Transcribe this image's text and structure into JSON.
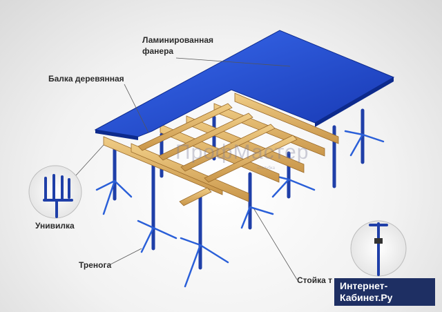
{
  "labels": {
    "plywood_line1": "Ламинированная",
    "plywood_line2": "фанера",
    "beam": "Балка деревянная",
    "fork": "Унивилка",
    "tripod": "Тренога",
    "prop": "Стойка т"
  },
  "watermark": {
    "text": "ПрофМастер",
    "subtext": "опалубка"
  },
  "badge": {
    "line1": "Интернет-",
    "line2": "Кабинет.Ру"
  },
  "colors": {
    "plywood": "#1f4fd6",
    "beam": "#e3b86a",
    "prop": "#1f3fa8",
    "badge": "#1e2f63"
  }
}
